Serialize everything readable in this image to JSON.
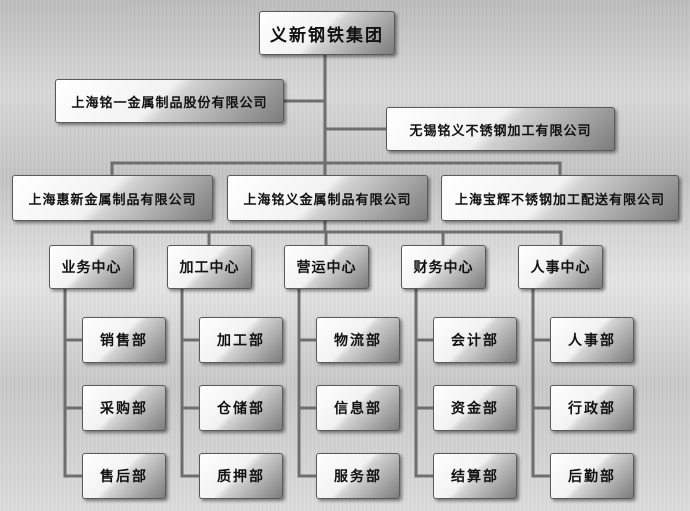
{
  "root": "义新钢铁集团",
  "level1": [
    "上海铭一金属制品股份有限公司",
    "无锡铭义不锈钢加工有限公司"
  ],
  "companies": [
    "上海惠新金属制品有限公司",
    "上海铭义金属制品有限公司",
    "上海宝辉不锈钢加工配送有限公司"
  ],
  "departments": [
    {
      "name": "业务中心",
      "units": [
        "销售部",
        "采购部",
        "售后部"
      ]
    },
    {
      "name": "加工中心",
      "units": [
        "加工部",
        "仓储部",
        "质押部"
      ]
    },
    {
      "name": "营运中心",
      "units": [
        "物流部",
        "信息部",
        "服务部"
      ]
    },
    {
      "name": "财务中心",
      "units": [
        "会计部",
        "资金部",
        "结算部"
      ]
    },
    {
      "name": "人事中心",
      "units": [
        "人事部",
        "行政部",
        "后勤部"
      ]
    }
  ]
}
